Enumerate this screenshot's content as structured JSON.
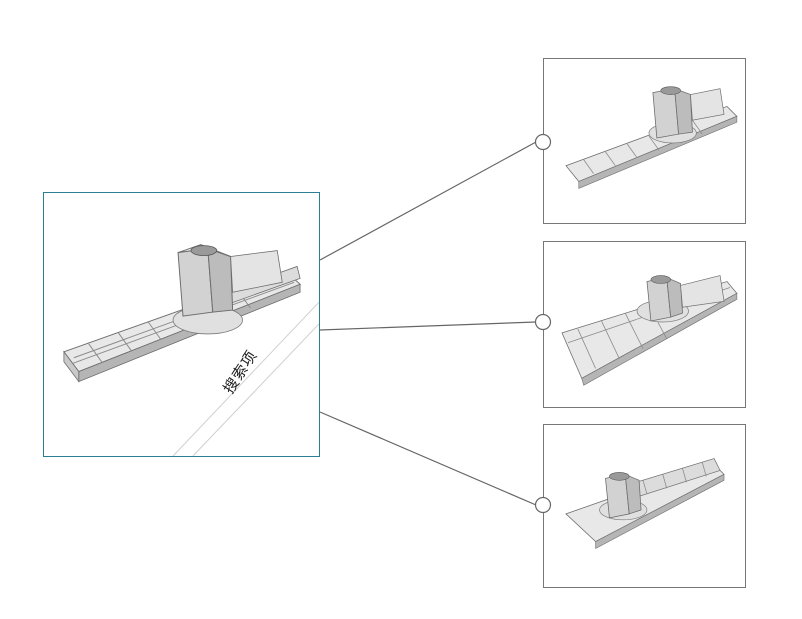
{
  "query": {
    "label": "搜索项",
    "icon": "cad-part-render"
  },
  "results": [
    {
      "icon": "cad-part-render"
    },
    {
      "icon": "cad-part-render"
    },
    {
      "icon": "cad-part-render"
    }
  ],
  "colors": {
    "query_border": "#2a7f92",
    "result_border": "#777777",
    "connector": "#666666",
    "part_fill": "#e8e8e8",
    "part_shadow": "#b5b5b5",
    "part_edge": "#6d6d6d"
  }
}
